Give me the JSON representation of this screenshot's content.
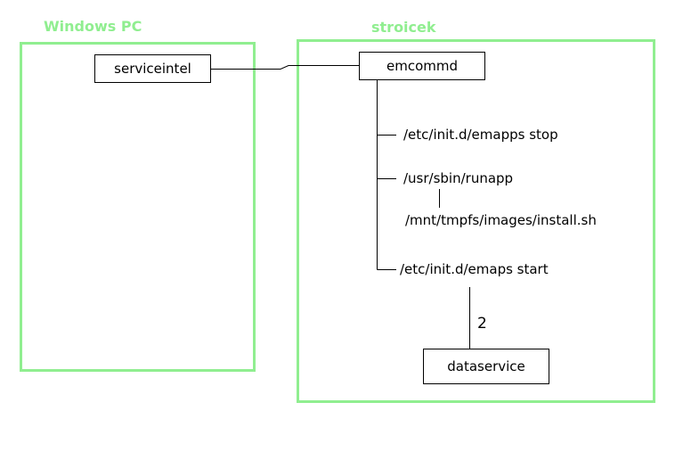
{
  "colors": {
    "group_border": "#90ee90",
    "group_title": "#90ee90",
    "node_border": "#000000",
    "line": "#000000",
    "text": "#000000",
    "background": "#ffffff"
  },
  "diagram": {
    "groups": {
      "windows_pc": {
        "title": "Windows PC"
      },
      "stroicek": {
        "title": "stroicek"
      }
    },
    "nodes": {
      "serviceintel": {
        "label": "serviceintel"
      },
      "emcommd": {
        "label": "emcommd"
      },
      "dataservice": {
        "label": "dataservice"
      }
    },
    "commands": [
      {
        "text": "/etc/init.d/emapps stop"
      },
      {
        "text": "/usr/sbin/runapp"
      },
      {
        "text": "/mnt/tmpfs/images/install.sh"
      },
      {
        "text": "/etc/init.d/emaps start"
      }
    ],
    "edges": {
      "emaps_start_to_dataservice": {
        "label": "2"
      }
    }
  }
}
